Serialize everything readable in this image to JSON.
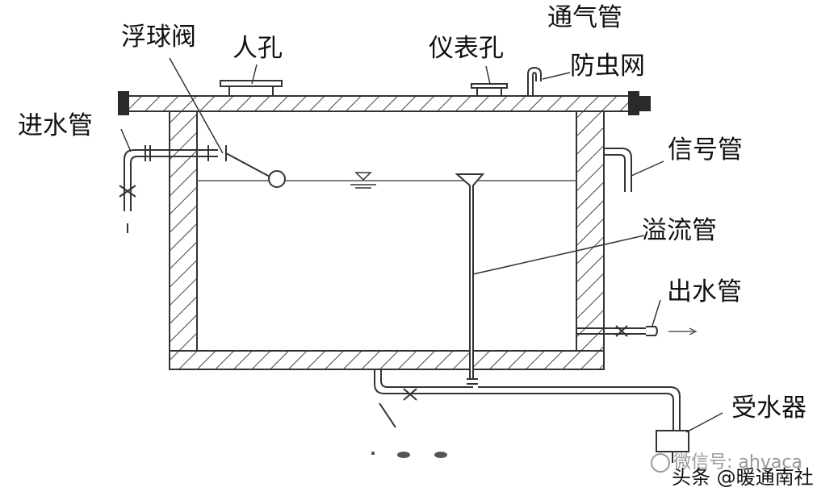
{
  "labels": {
    "float_valve": "浮球阀",
    "manhole": "人孔",
    "instrument_hole": "仪表孔",
    "vent_pipe": "通气管",
    "insect_screen": "防虫网",
    "inlet_pipe": "进水管",
    "signal_pipe": "信号管",
    "overflow_pipe": "溢流管",
    "outlet_pipe": "出水管",
    "receiver": "受水器"
  },
  "watermark": {
    "text": "头条 @暖通南社",
    "faint": "微信号: ahvaca"
  },
  "colors": {
    "line": "#333333",
    "hatch": "#444444",
    "flange": "#2a2a2a"
  }
}
